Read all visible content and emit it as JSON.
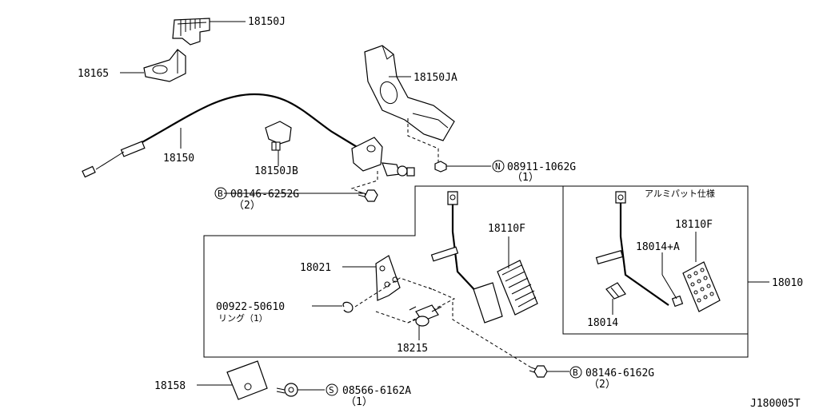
{
  "labels": {
    "p18150J": "18150J",
    "p18165": "18165",
    "p18150JA": "18150JA",
    "p18150": "18150",
    "p18150JB": "18150JB",
    "n08911": "08911-1062G",
    "n08911_qty": "（1）",
    "n08911_sym": "N",
    "b08146a": "08146-6252G",
    "b08146a_qty": "（2）",
    "b08146a_sym": "B",
    "p18110F_left": "18110F",
    "p18021": "18021",
    "p00922": "00922-50610",
    "p00922_sub": "リング（1）",
    "p18215": "18215",
    "alu_title": "アルミパット仕様",
    "p18110F_right": "18110F",
    "p18014A": "18014+A",
    "p18014": "18014",
    "p18010": "18010",
    "b08146b": "08146-6162G",
    "b08146b_qty": "（2）",
    "b08146b_sym": "B",
    "p18158": "18158",
    "s08566": "08566-6162A",
    "s08566_qty": "（1）",
    "s08566_sym": "S",
    "diagram_code": "J180005T"
  }
}
